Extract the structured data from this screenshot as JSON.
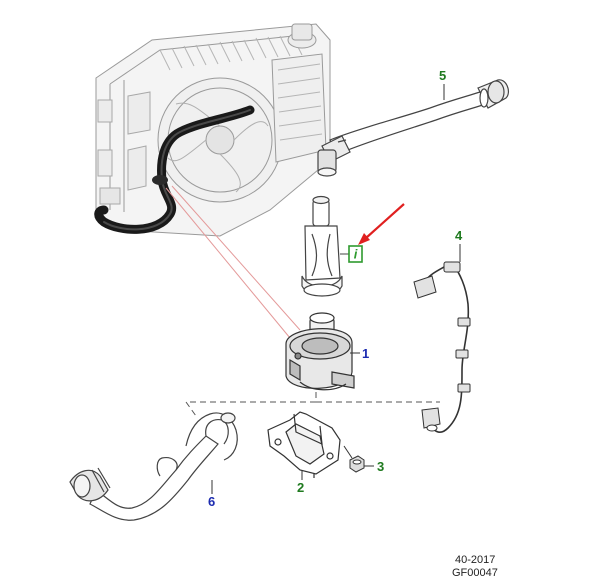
{
  "callouts": [
    {
      "id": "1",
      "label": "1",
      "color": "#1c2bb0"
    },
    {
      "id": "2",
      "label": "2",
      "color": "#1f7a1f"
    },
    {
      "id": "3",
      "label": "3",
      "color": "#1f7a1f"
    },
    {
      "id": "4",
      "label": "4",
      "color": "#1f7a1f"
    },
    {
      "id": "5",
      "label": "5",
      "color": "#1f7a1f"
    },
    {
      "id": "6",
      "label": "6",
      "color": "#1c2bb0"
    }
  ],
  "info_marker": {
    "label": "i",
    "color": "#2e9a2e"
  },
  "arrow_color": "#e02020",
  "footer": {
    "date": "40-2017",
    "code": "GF00047"
  }
}
